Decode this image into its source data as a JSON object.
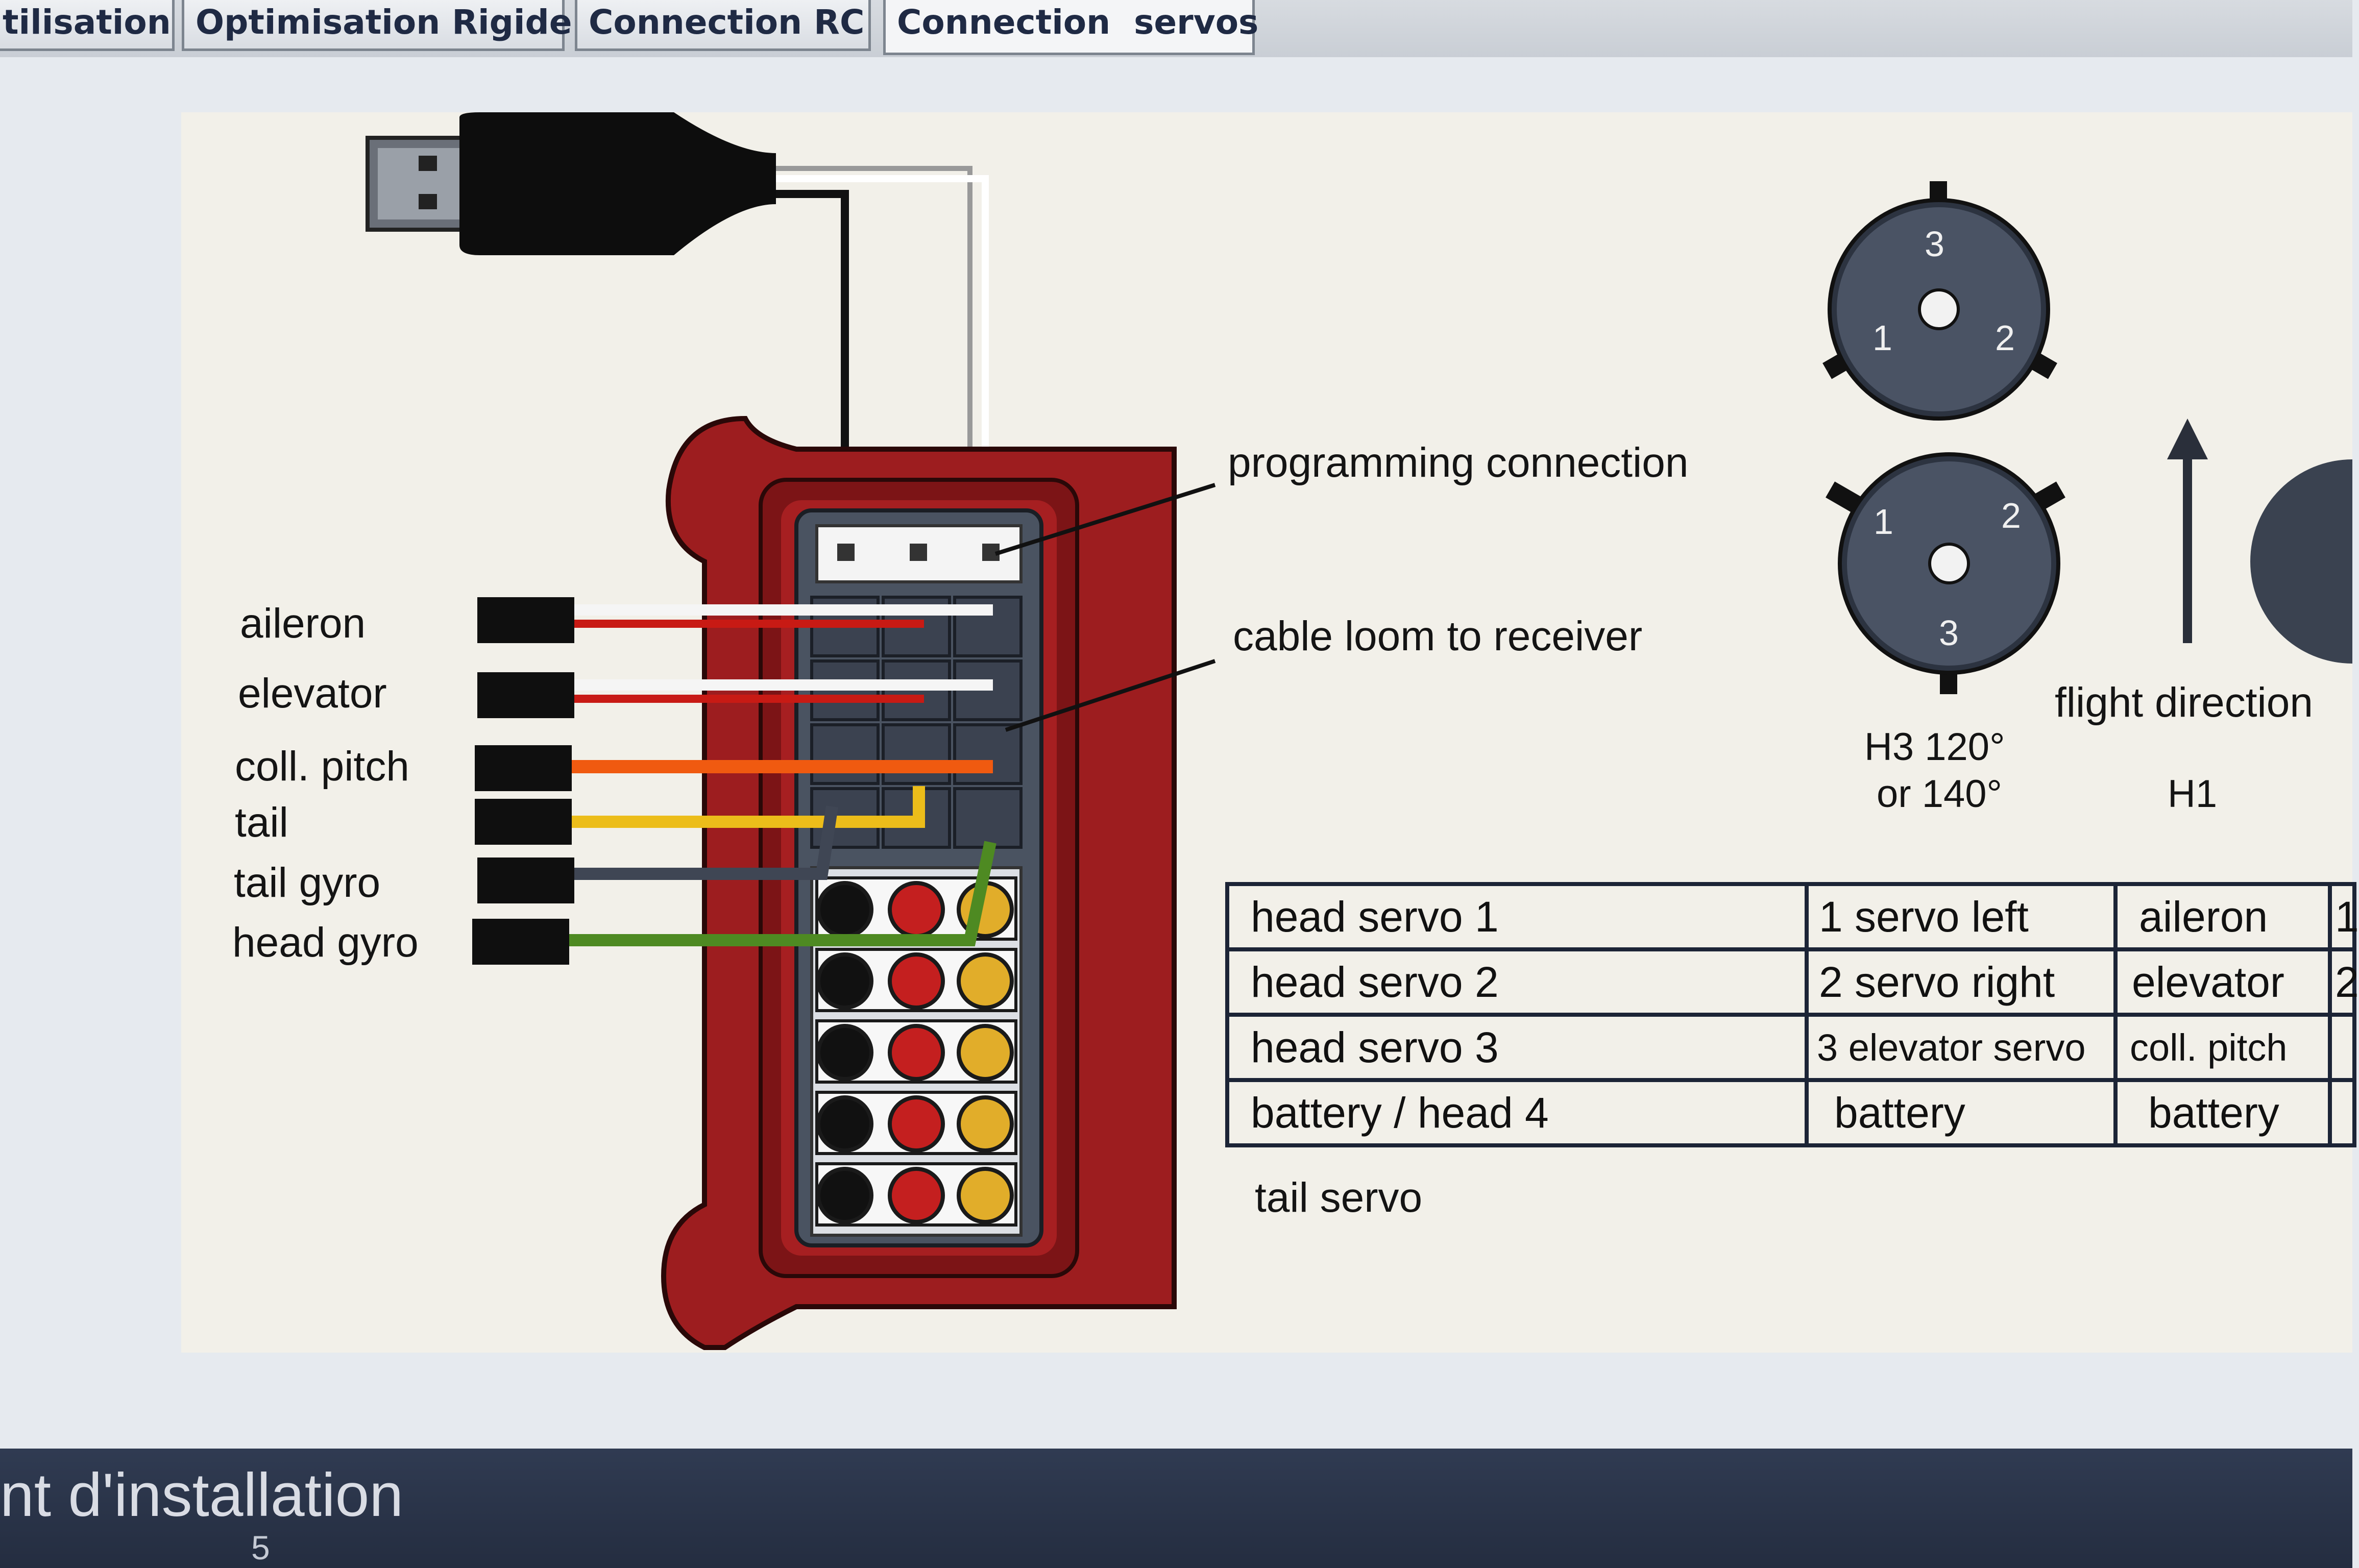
{
  "tabs": [
    {
      "label": "tilisation",
      "active": false
    },
    {
      "label": "Optimisation Rigide",
      "active": false
    },
    {
      "label": "Connection RC",
      "active": false
    },
    {
      "label": "Connection  servos",
      "active": true
    }
  ],
  "diagram": {
    "left_labels": [
      "aileron",
      "elevator",
      "coll. pitch",
      "tail",
      "tail gyro",
      "head gyro"
    ],
    "programming_connection": "programming connection",
    "cable_loom": "cable loom to receiver",
    "swashplate_h3": {
      "top_numbers": [
        "3",
        "1",
        "2"
      ],
      "bottom_numbers": [
        "1",
        "2",
        "3"
      ],
      "caption_line1": "H3 120°",
      "caption_line2": "or 140°"
    },
    "flight_direction": "flight direction",
    "h1_caption": "H1"
  },
  "servo_table": {
    "rows": [
      [
        "head servo 1",
        "1 servo left",
        "aileron",
        "1"
      ],
      [
        "head servo 2",
        "2 servo right",
        "elevator",
        "2"
      ],
      [
        "head servo 3",
        "3 elevator servo",
        "coll. pitch",
        ""
      ],
      [
        "battery / head 4",
        "battery",
        "battery",
        ""
      ]
    ],
    "footer": "tail servo"
  },
  "bottom": {
    "title": "nt d'installation",
    "page": "5"
  },
  "colors": {
    "housing_red": "#9d1d1f",
    "housing_outline": "#2a0808",
    "connector_body": "#4a5361",
    "wire_white": "#f5f5f5",
    "wire_red": "#c81a14",
    "wire_orange": "#f05a10",
    "wire_yellow": "#ecbd1a",
    "wire_grey": "#3f4654",
    "wire_green": "#4e8a22",
    "pin_black": "#111111",
    "pin_red": "#c41f1f",
    "pin_yellow": "#e1ad2a"
  }
}
